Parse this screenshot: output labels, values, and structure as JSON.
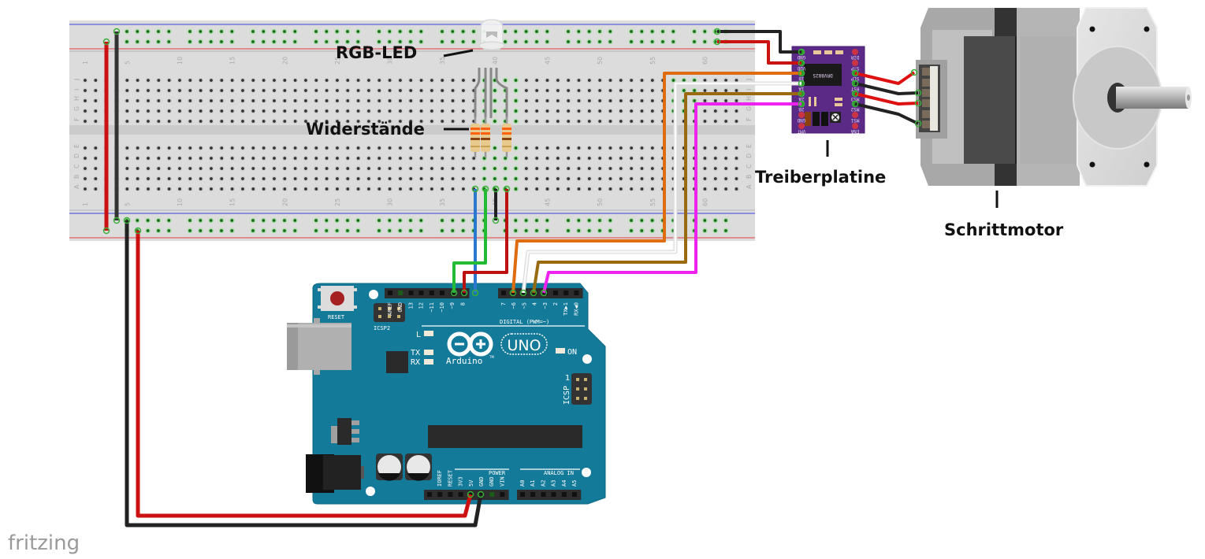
{
  "watermark": "fritzing",
  "labels": {
    "rgb_led": "RGB-LED",
    "resistors": "Widerstände",
    "driver_board": "Treiberplatine",
    "stepper_motor": "Schrittmotor"
  },
  "breadboard": {
    "column_numbers": [
      "1",
      "5",
      "10",
      "15",
      "20",
      "25",
      "30",
      "35",
      "40",
      "45",
      "50",
      "55",
      "60"
    ],
    "row_letters_top": [
      "J",
      "I",
      "H",
      "G",
      "F"
    ],
    "row_letters_bottom": [
      "E",
      "D",
      "C",
      "B",
      "A"
    ],
    "rail_colors": {
      "positive": "#e03030",
      "negative": "#3030e0"
    }
  },
  "arduino": {
    "board_name": "UNO",
    "brand": "Arduino",
    "trademark": "TM",
    "reset_label": "RESET",
    "icsp2_label": "ICSP2",
    "icsp_label": "ICSP",
    "icsp_pin1": "1",
    "digital_header_label": "DIGITAL (PWM=~)",
    "power_header_label": "POWER",
    "analog_header_label": "ANALOG IN",
    "led_labels": {
      "l": "L",
      "tx": "TX",
      "rx": "RX",
      "on": "ON"
    },
    "digital_pins_left": [
      "AREF",
      "GND",
      "13",
      "12",
      "~11",
      "~10",
      "~9",
      "8"
    ],
    "digital_pins_right": [
      "7",
      "~6",
      "~5",
      "4",
      "~3",
      "2",
      "TX▶1",
      "RX◀0"
    ],
    "power_pins": [
      "IOREF",
      "RESET",
      "3V3",
      "5V",
      "GND",
      "GND",
      "VIN"
    ],
    "analog_pins": [
      "A0",
      "A1",
      "A2",
      "A3",
      "A4",
      "A5"
    ],
    "board_color": "#137a99"
  },
  "driver": {
    "chip_text": "DRV8825",
    "left_pins": [
      "GND",
      "VDD",
      "1B",
      "1A",
      "2A",
      "2B",
      "GND",
      "VMT"
    ],
    "right_pins": [
      "DIR",
      "STP",
      "SLP",
      "RST",
      "MS3",
      "MS2",
      "MS1",
      "ENA"
    ],
    "board_color": "#5b2a86"
  },
  "wires": [
    {
      "name": "wire-rail-red-left",
      "color": "#cc1111"
    },
    {
      "name": "wire-rail-black-left",
      "color": "#333333"
    },
    {
      "name": "wire-gnd-to-arduino",
      "color": "#222222"
    },
    {
      "name": "wire-5v-to-arduino",
      "color": "#cc1111"
    },
    {
      "name": "wire-led-blue-pin9",
      "color": "#2a78d0"
    },
    {
      "name": "wire-led-green-pin11",
      "color": "#22bb33"
    },
    {
      "name": "wire-led-gnd",
      "color": "#222222"
    },
    {
      "name": "wire-led-red-pin10",
      "color": "#bb1111"
    },
    {
      "name": "wire-orange-pin6",
      "color": "#e06c10"
    },
    {
      "name": "wire-white-pin5",
      "color": "#f2f2f2"
    },
    {
      "name": "wire-brown-pin4",
      "color": "#9a6a10"
    },
    {
      "name": "wire-magenta-pin3",
      "color": "#ee22ee"
    },
    {
      "name": "wire-driver-gnd",
      "color": "#222222"
    },
    {
      "name": "wire-driver-vdd",
      "color": "#cc1111"
    },
    {
      "name": "wire-motor-red-1",
      "color": "#dd1111"
    },
    {
      "name": "wire-motor-black-1",
      "color": "#222222"
    },
    {
      "name": "wire-motor-red-2",
      "color": "#dd1111"
    },
    {
      "name": "wire-motor-black-2",
      "color": "#222222"
    }
  ]
}
